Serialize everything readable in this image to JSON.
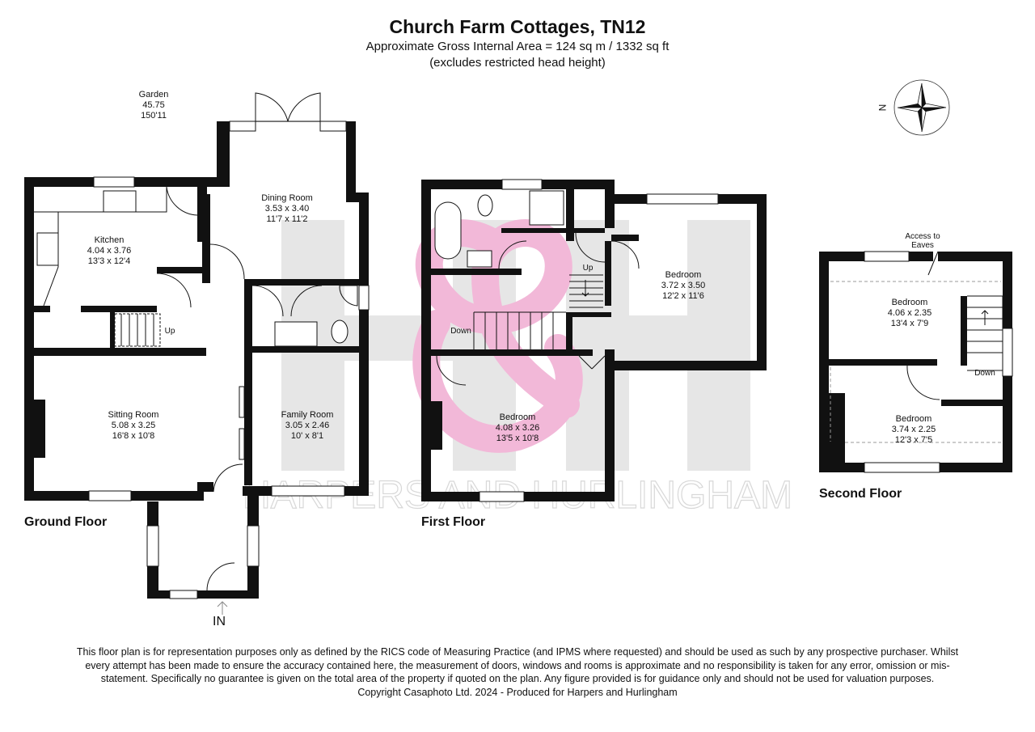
{
  "header": {
    "title": "Church Farm Cottages, TN12",
    "area_line": "Approximate Gross Internal Area = 124 sq m / 1332 sq ft",
    "excludes_line": "(excludes restricted head height)"
  },
  "garden": {
    "label": "Garden",
    "metric": "45.75",
    "imperial": "150'11"
  },
  "compass": {
    "label": "N"
  },
  "watermark": {
    "text": "HARPERS AND HURLINGHAM"
  },
  "floors": {
    "ground": {
      "label": "Ground Floor"
    },
    "first": {
      "label": "First Floor"
    },
    "second": {
      "label": "Second Floor"
    }
  },
  "rooms": {
    "kitchen": {
      "name": "Kitchen",
      "metric": "4.04 x 3.76",
      "imperial": "13'3 x 12'4"
    },
    "dining": {
      "name": "Dining Room",
      "metric": "3.53 x 3.40",
      "imperial": "11'7 x 11'2"
    },
    "sitting": {
      "name": "Sitting Room",
      "metric": "5.08 x 3.25",
      "imperial": "16'8 x 10'8"
    },
    "family": {
      "name": "Family Room",
      "metric": "3.05 x 2.46",
      "imperial": "10' x 8'1"
    },
    "bed_first_right": {
      "name": "Bedroom",
      "metric": "3.72 x 3.50",
      "imperial": "12'2 x 11'6"
    },
    "bed_first_left": {
      "name": "Bedroom",
      "metric": "4.08 x 3.26",
      "imperial": "13'5 x 10'8"
    },
    "bed_second_top": {
      "name": "Bedroom",
      "metric": "4.06 x 2.35",
      "imperial": "13'4 x 7'9"
    },
    "bed_second_bottom": {
      "name": "Bedroom",
      "metric": "3.74 x 2.25",
      "imperial": "12'3 x 7'5"
    }
  },
  "stairs": {
    "ground_up": "Up",
    "first_up": "Up",
    "first_down": "Down",
    "second_down": "Down"
  },
  "eaves": {
    "line1": "Access to",
    "line2": "Eaves"
  },
  "entrance": {
    "label": "IN"
  },
  "footer": {
    "disclaimer": "This floor plan is for representation purposes only as defined by the RICS code of Measuring Practice (and IPMS where requested) and should be used as such by any prospective purchaser. Whilst every attempt has been made to ensure the accuracy contained here, the measurement of doors, windows and rooms is approximate and no responsibility is taken for any error, omission or mis-statement. Specifically no guarantee is given on the total area of the property if quoted on the plan. Any figure provided is for guidance only and should not be used for valuation purposes.",
    "copyright": "Copyright Casaphoto Ltd. 2024 - Produced for Harpers and Hurlingham"
  },
  "colors": {
    "wall": "#111111",
    "watermark_grey": "#e3e3e3",
    "watermark_pink": "#f0b3d6"
  }
}
